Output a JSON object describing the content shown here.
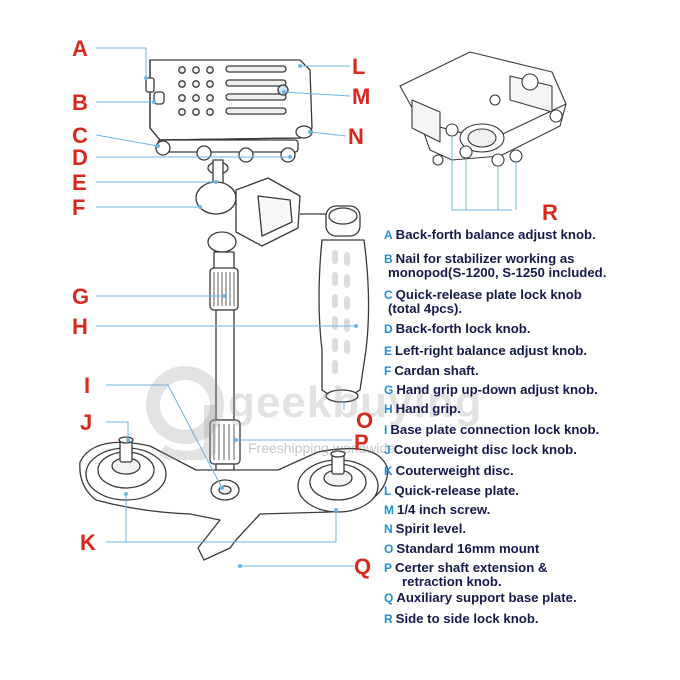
{
  "callouts": [
    {
      "id": "A",
      "label": "A"
    },
    {
      "id": "B",
      "label": "B"
    },
    {
      "id": "C",
      "label": "C"
    },
    {
      "id": "D",
      "label": "D"
    },
    {
      "id": "E",
      "label": "E"
    },
    {
      "id": "F",
      "label": "F"
    },
    {
      "id": "G",
      "label": "G"
    },
    {
      "id": "H",
      "label": "H"
    },
    {
      "id": "I",
      "label": "I"
    },
    {
      "id": "J",
      "label": "J"
    },
    {
      "id": "K",
      "label": "K"
    },
    {
      "id": "L",
      "label": "L"
    },
    {
      "id": "M",
      "label": "M"
    },
    {
      "id": "N",
      "label": "N"
    },
    {
      "id": "O",
      "label": "O"
    },
    {
      "id": "P",
      "label": "P"
    },
    {
      "id": "Q",
      "label": "Q"
    },
    {
      "id": "R",
      "label": "R"
    }
  ],
  "legend": [
    {
      "letter": "A",
      "text": "Back-forth balance adjust knob."
    },
    {
      "letter": "B",
      "text": "Nail for stabilizer working as",
      "cont": "monopod(S-1200, S-1250 included."
    },
    {
      "letter": "C",
      "text": "Quick-release plate lock knob",
      "cont": "(total 4pcs)."
    },
    {
      "letter": "D",
      "text": "Back-forth lock knob."
    },
    {
      "letter": "E",
      "text": "Left-right balance adjust knob."
    },
    {
      "letter": "F",
      "text": "Cardan shaft."
    },
    {
      "letter": "G",
      "text": "Hand grip up-down adjust knob."
    },
    {
      "letter": "H",
      "text": "Hand grip."
    },
    {
      "letter": "I",
      "text": "Base plate connection lock knob."
    },
    {
      "letter": "J",
      "text": "Couterweight disc lock knob."
    },
    {
      "letter": "K",
      "text": "Couterweight disc."
    },
    {
      "letter": "L",
      "text": "Quick-release plate."
    },
    {
      "letter": "M",
      "text": "1/4 inch screw."
    },
    {
      "letter": "N",
      "text": "Spirit level."
    },
    {
      "letter": "O",
      "text": "Standard 16mm mount"
    },
    {
      "letter": "P",
      "text": "Certer shaft extension &",
      "cont": "retraction knob."
    },
    {
      "letter": "Q",
      "text": "Auxiliary support base plate."
    },
    {
      "letter": "R",
      "text": "Side to side lock knob."
    }
  ],
  "watermark": {
    "name": "geekbuying",
    "tagline": "Freeshipping worldwide"
  },
  "colors": {
    "callout": "#d9281c",
    "leader": "#6ab7e6",
    "legend_letter": "#1f8fd8",
    "legend_text": "#161a4a",
    "outline": "#3a3a3a"
  }
}
